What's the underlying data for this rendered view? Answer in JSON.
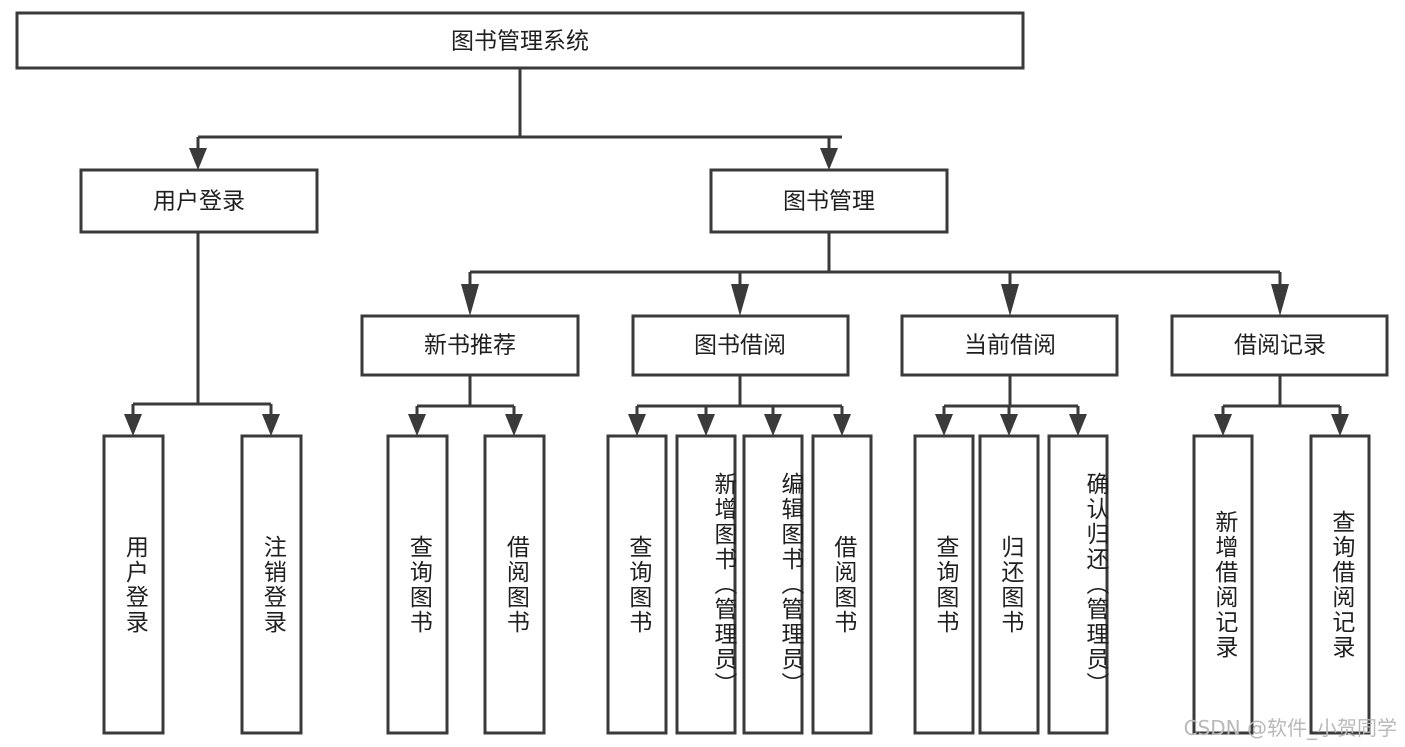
{
  "diagram": {
    "title": "图书管理系统",
    "type": "tree",
    "watermark": "CSDN @软件_小贺同学",
    "colors": {
      "stroke": "#3a3a3a",
      "fill": "#ffffff",
      "text": "#1f1f1f",
      "watermark": "#b9b9b9"
    },
    "root": {
      "label": "图书管理系统"
    },
    "level2": [
      {
        "label": "用户登录"
      },
      {
        "label": "图书管理"
      }
    ],
    "level3": [
      {
        "label": "新书推荐"
      },
      {
        "label": "图书借阅"
      },
      {
        "label": "当前借阅"
      },
      {
        "label": "借阅记录"
      }
    ],
    "leaves": [
      {
        "label": "用户登录",
        "parent": "用户登录"
      },
      {
        "label": "注销登录",
        "parent": "用户登录"
      },
      {
        "label": "查询图书",
        "parent": "新书推荐"
      },
      {
        "label": "借阅图书",
        "parent": "新书推荐"
      },
      {
        "label": "查询图书",
        "parent": "图书借阅"
      },
      {
        "label": "新增图书（管理员）",
        "parent": "图书借阅"
      },
      {
        "label": "编辑图书（管理员）",
        "parent": "图书借阅"
      },
      {
        "label": "借阅图书",
        "parent": "图书借阅"
      },
      {
        "label": "查询图书",
        "parent": "当前借阅"
      },
      {
        "label": "归还图书",
        "parent": "当前借阅"
      },
      {
        "label": "确认归还（管理员）",
        "parent": "当前借阅"
      },
      {
        "label": "新增借阅记录",
        "parent": "借阅记录"
      },
      {
        "label": "查询借阅记录",
        "parent": "借阅记录"
      }
    ]
  }
}
